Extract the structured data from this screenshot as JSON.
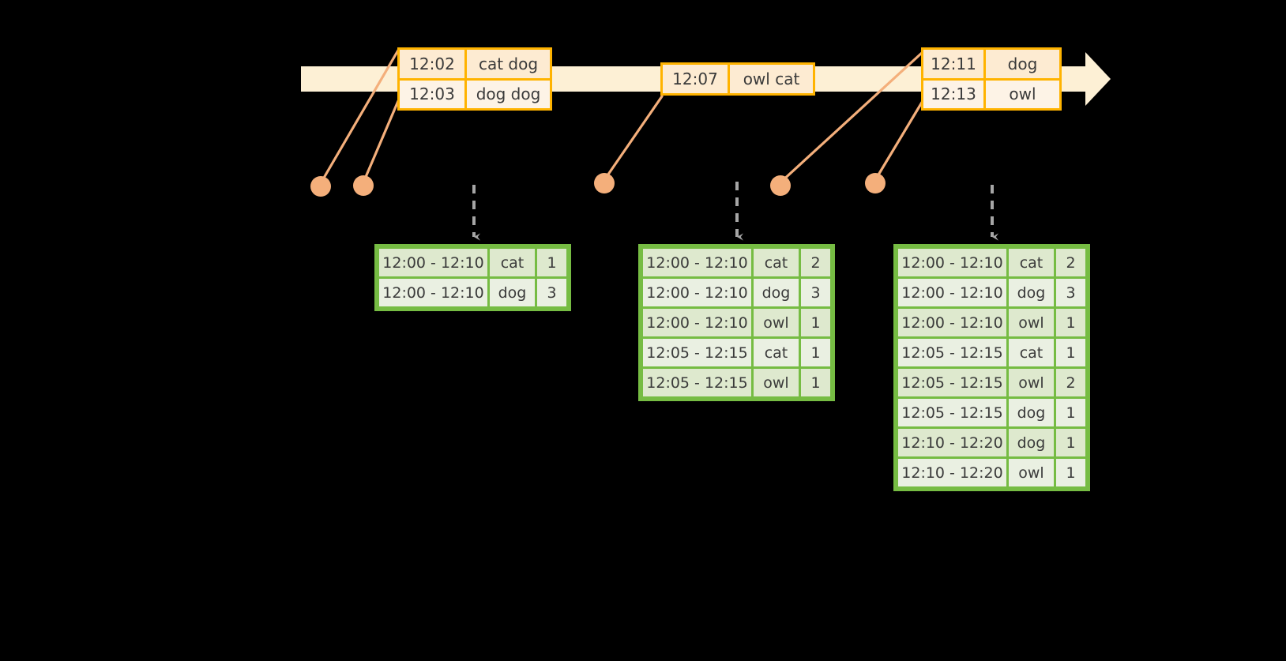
{
  "timeline": {
    "name": "event-stream-timeline",
    "direction": "left-to-right-arrow",
    "color": "#FDF0D5",
    "border_color": "#FFB300",
    "events": [
      {
        "id": "event-group-1",
        "rows": [
          {
            "time": "12:02",
            "words": "cat dog"
          },
          {
            "time": "12:03",
            "words": "dog dog"
          }
        ]
      },
      {
        "id": "event-group-2",
        "rows": [
          {
            "time": "12:07",
            "words": "owl cat"
          }
        ]
      },
      {
        "id": "event-group-3",
        "rows": [
          {
            "time": "12:11",
            "words": "dog"
          },
          {
            "time": "12:13",
            "words": "owl"
          }
        ]
      }
    ]
  },
  "markers": {
    "name": "event-markers",
    "color": "#F4AF7B",
    "count": 5,
    "labels": [
      "marker-12-02",
      "marker-12-03",
      "marker-12-07",
      "marker-12-11",
      "marker-12-13"
    ]
  },
  "tables": [
    {
      "id": "result-table-1",
      "accent": "#76BC43",
      "rows": [
        {
          "window": "12:00 - 12:10",
          "word": "cat",
          "count": "1"
        },
        {
          "window": "12:00 - 12:10",
          "word": "dog",
          "count": "3"
        }
      ]
    },
    {
      "id": "result-table-2",
      "accent": "#76BC43",
      "rows": [
        {
          "window": "12:00 - 12:10",
          "word": "cat",
          "count": "2"
        },
        {
          "window": "12:00 - 12:10",
          "word": "dog",
          "count": "3"
        },
        {
          "window": "12:00 - 12:10",
          "word": "owl",
          "count": "1"
        },
        {
          "window": "12:05 - 12:15",
          "word": "cat",
          "count": "1"
        },
        {
          "window": "12:05 - 12:15",
          "word": "owl",
          "count": "1"
        }
      ]
    },
    {
      "id": "result-table-3",
      "accent": "#76BC43",
      "rows": [
        {
          "window": "12:00 - 12:10",
          "word": "cat",
          "count": "2"
        },
        {
          "window": "12:00 - 12:10",
          "word": "dog",
          "count": "3"
        },
        {
          "window": "12:00 - 12:10",
          "word": "owl",
          "count": "1"
        },
        {
          "window": "12:05 - 12:15",
          "word": "cat",
          "count": "1"
        },
        {
          "window": "12:05 - 12:15",
          "word": "owl",
          "count": "2"
        },
        {
          "window": "12:05 - 12:15",
          "word": "dog",
          "count": "1"
        },
        {
          "window": "12:10 - 12:20",
          "word": "dog",
          "count": "1"
        },
        {
          "window": "12:10 - 12:20",
          "word": "owl",
          "count": "1"
        }
      ]
    }
  ],
  "arrows": {
    "name": "emit-arrows",
    "color": "#A6A6A6",
    "style": "dashed-down"
  }
}
